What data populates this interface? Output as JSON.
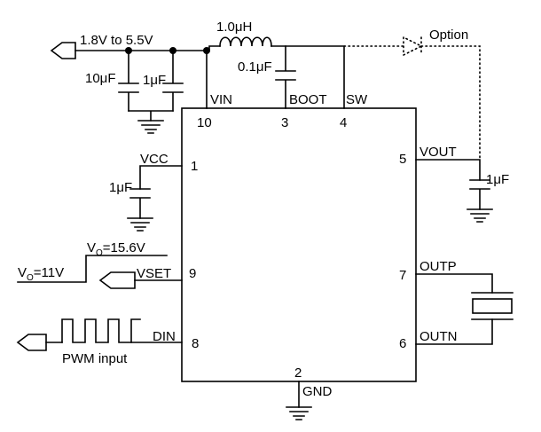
{
  "input_voltage": "1.8V to 5.5V",
  "inductor": "1.0μH",
  "option": "Option",
  "cap_10uf": "10μF",
  "cap_1uf_in": "1μF",
  "cap_boot": "0.1μF",
  "cap_vcc": "1μF",
  "cap_vout": "1μF",
  "vo_high_prefix": "V",
  "vo_high_sub": "O",
  "vo_high_value": "=15.6V",
  "vo_low_prefix": "V",
  "vo_low_sub": "O",
  "vo_low_value": "=11V",
  "pwm_input": "PWM input",
  "pins": {
    "vin": {
      "name": "VIN",
      "num": "10"
    },
    "boot": {
      "name": "BOOT",
      "num": "3"
    },
    "sw": {
      "name": "SW",
      "num": "4"
    },
    "vcc": {
      "name": "VCC",
      "num": "1"
    },
    "vset": {
      "name": "VSET",
      "num": "9"
    },
    "din": {
      "name": "DIN",
      "num": "8"
    },
    "vout": {
      "name": "VOUT",
      "num": "5"
    },
    "outp": {
      "name": "OUTP",
      "num": "7"
    },
    "outn": {
      "name": "OUTN",
      "num": "6"
    },
    "gnd": {
      "name": "GND",
      "num": "2"
    }
  }
}
